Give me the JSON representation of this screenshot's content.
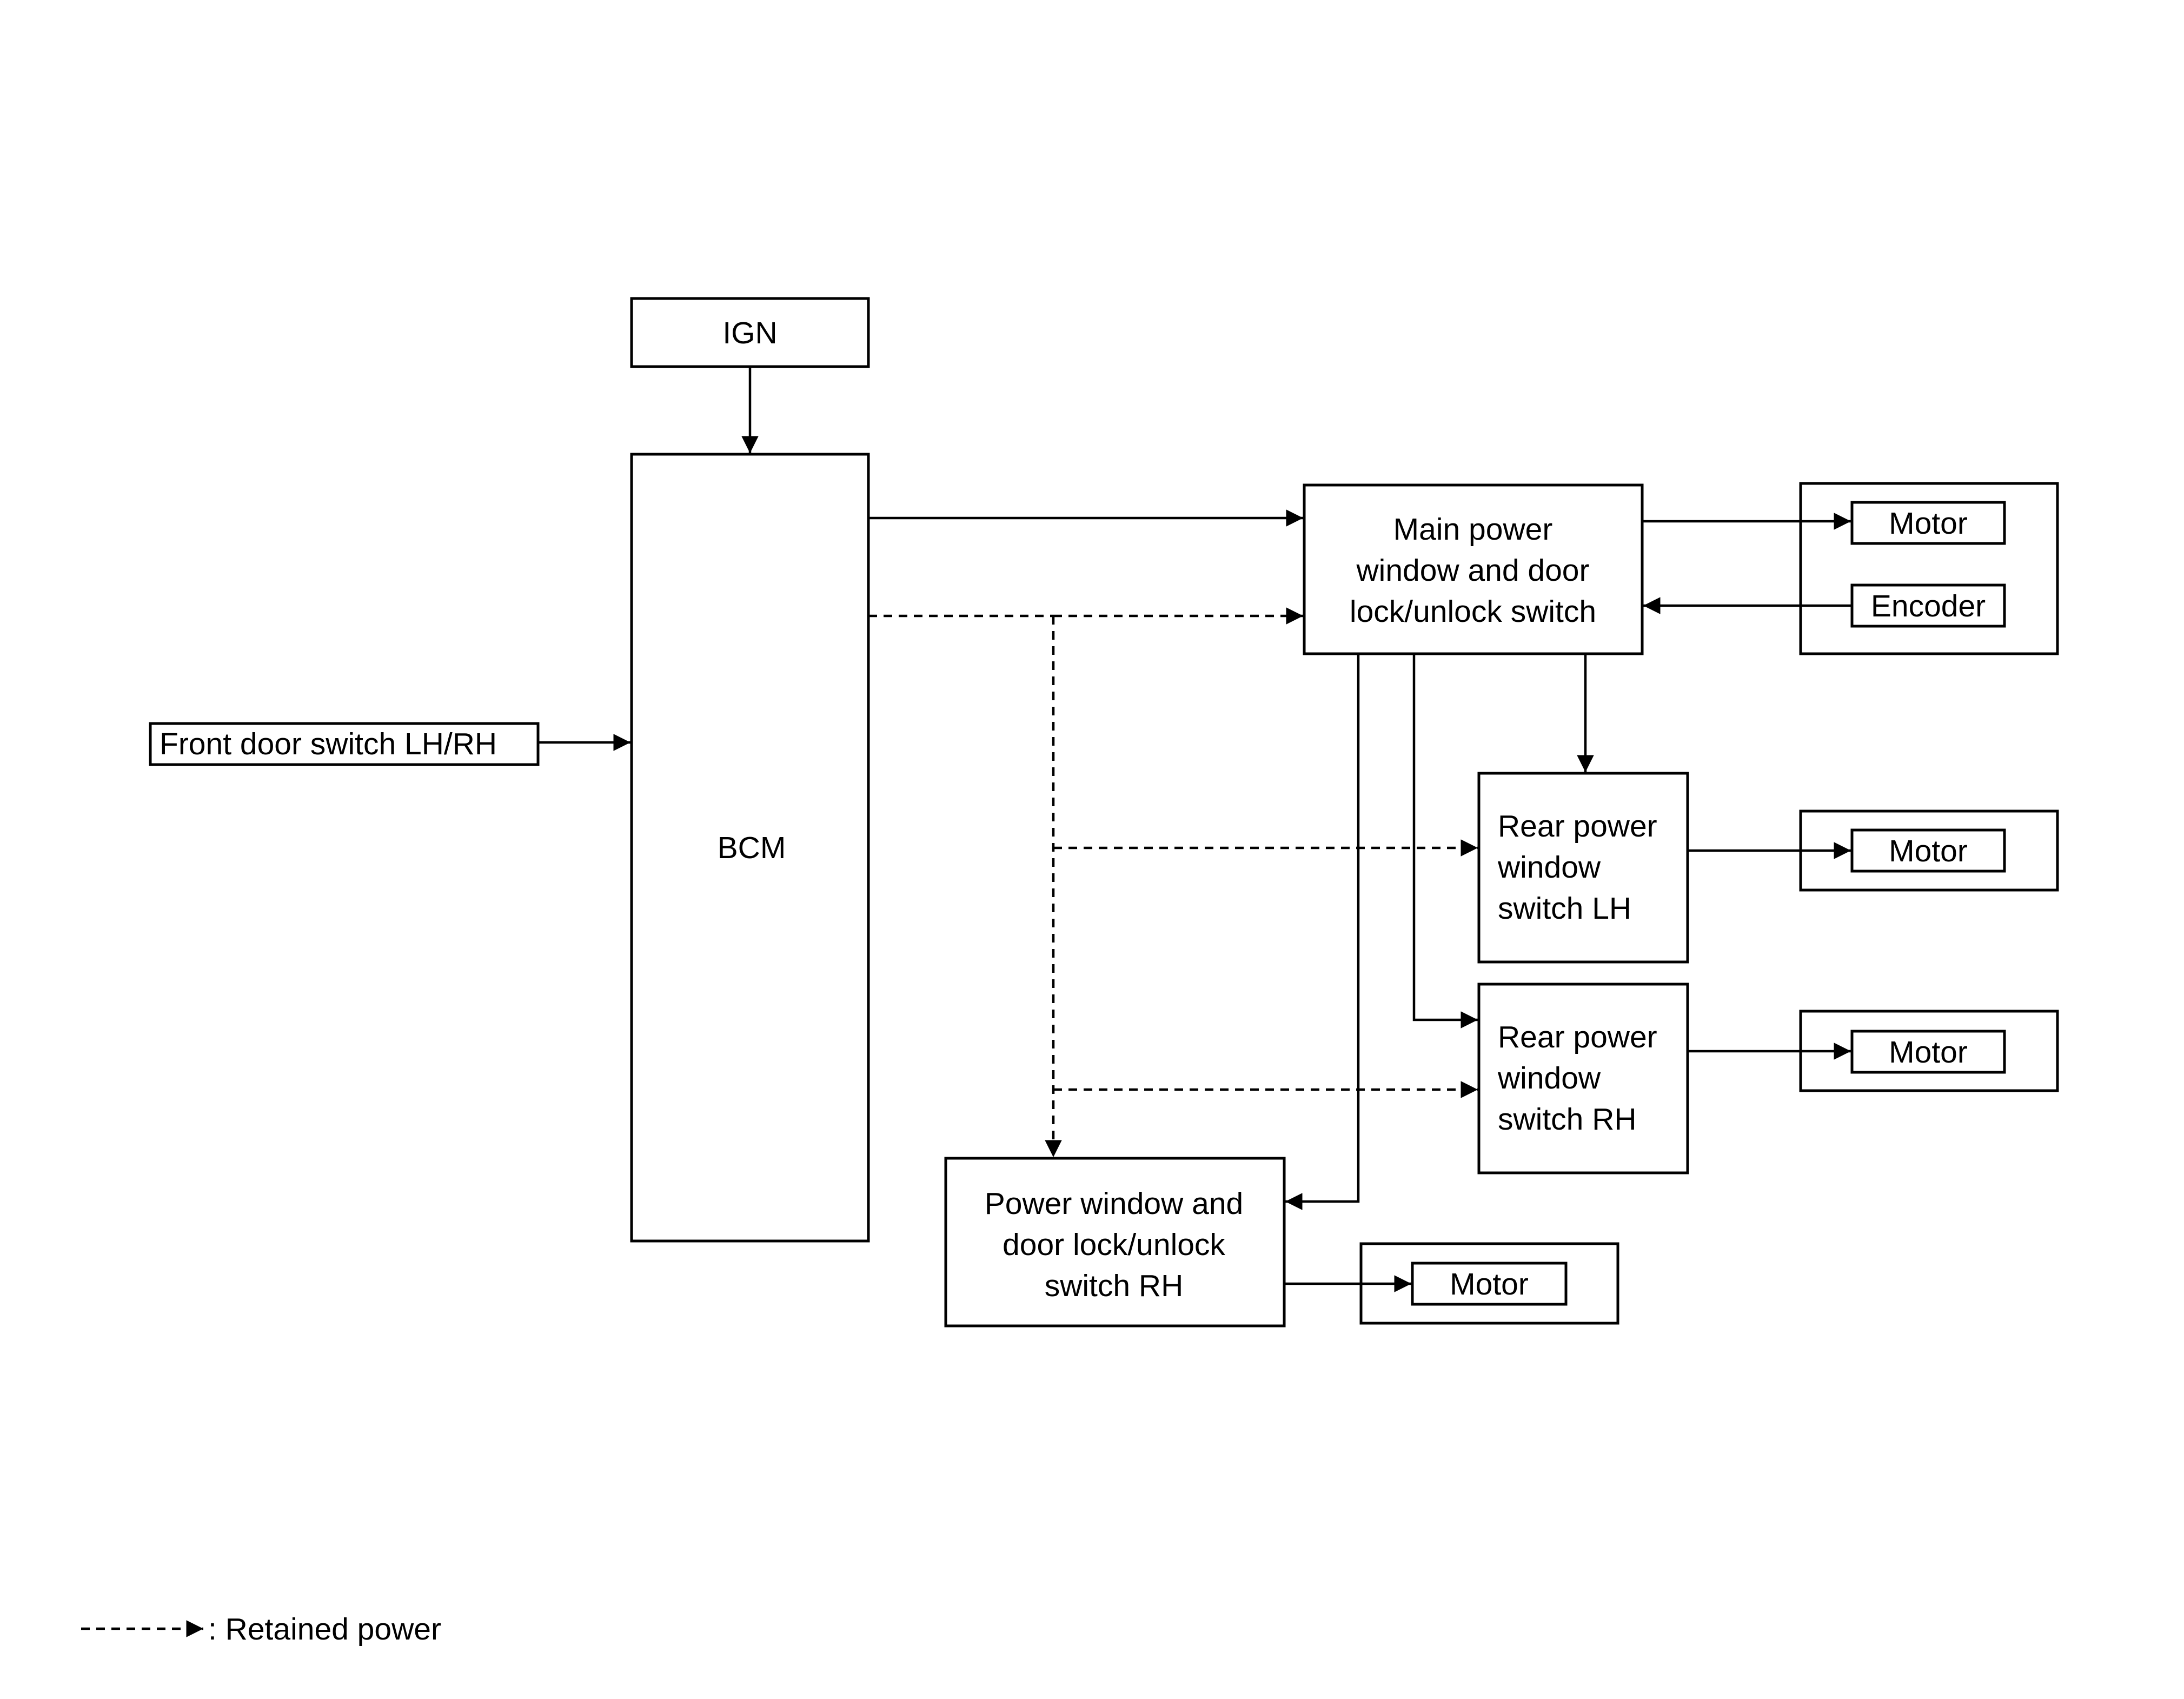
{
  "blocks": {
    "ign": "IGN",
    "bcm": "BCM",
    "front_door_switch": "Front door switch LH/RH",
    "main_switch": [
      "Main power",
      "window and door",
      "lock/unlock switch"
    ],
    "rear_lh_switch": [
      "Rear power",
      "window",
      "switch LH"
    ],
    "rear_rh_switch": [
      "Rear power",
      "window",
      "switch RH"
    ],
    "rh_switch": [
      "Power window and",
      "door lock/unlock",
      "switch RH"
    ],
    "main_motor": "Motor",
    "main_encoder": "Encoder",
    "rear_lh_motor": "Motor",
    "rear_rh_motor": "Motor",
    "rh_motor": "Motor"
  },
  "legend": {
    "retained_power": ": Retained power"
  },
  "colors": {
    "line": "#000000",
    "background": "#ffffff"
  }
}
